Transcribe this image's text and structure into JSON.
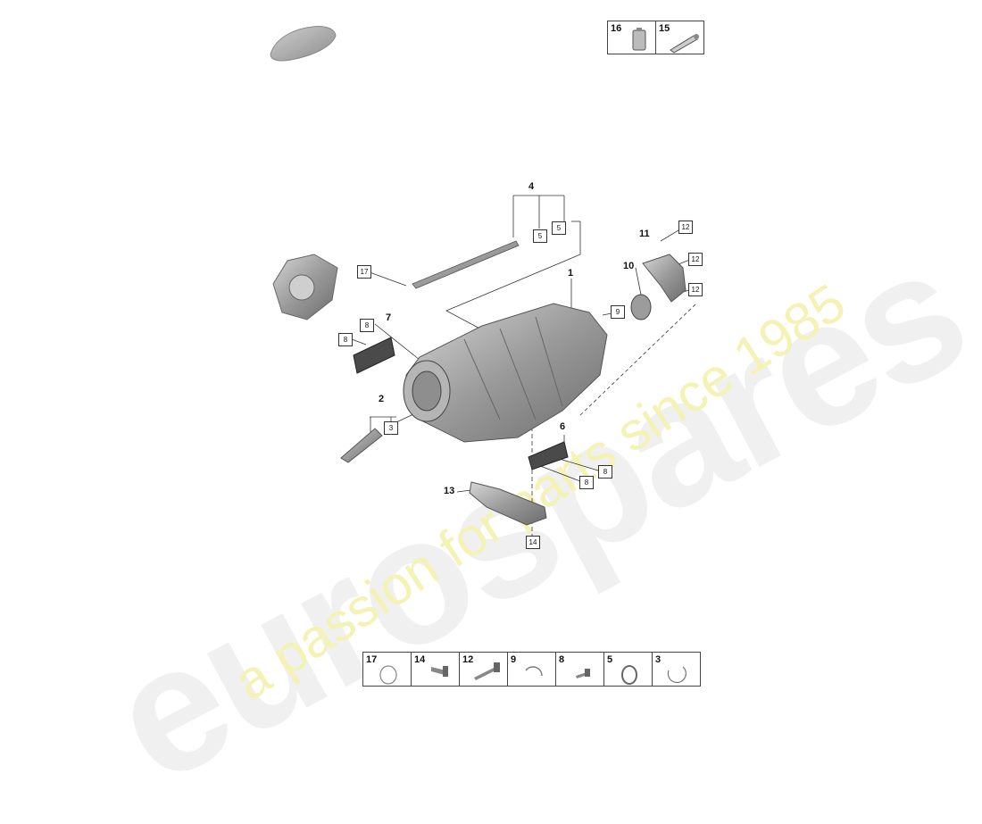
{
  "watermark": {
    "brand": "eurospares",
    "tagline": "a passion for parts since 1985"
  },
  "top_legend": [
    {
      "num": "16",
      "icon": "oil-bottle-icon"
    },
    {
      "num": "15",
      "icon": "grease-tube-icon"
    }
  ],
  "bottom_legend": [
    {
      "num": "17",
      "icon": "o-ring-icon"
    },
    {
      "num": "14",
      "icon": "bolt-icon"
    },
    {
      "num": "12",
      "icon": "long-bolt-icon"
    },
    {
      "num": "9",
      "icon": "circlip-icon"
    },
    {
      "num": "8",
      "icon": "short-bolt-icon"
    },
    {
      "num": "5",
      "icon": "seal-ring-icon"
    },
    {
      "num": "3",
      "icon": "snap-ring-icon"
    }
  ],
  "callouts": {
    "c1": "1",
    "c2": "2",
    "c4": "4",
    "c6": "6",
    "c7": "7",
    "c10": "10",
    "c11": "11",
    "c13": "13"
  },
  "boxes": {
    "b3": "3",
    "b5a": "5",
    "b5b": "5",
    "b8a": "8",
    "b8b": "8",
    "b8c": "8",
    "b8d": "8",
    "b9": "9",
    "b12a": "12",
    "b12b": "12",
    "b12c": "12",
    "b14": "14",
    "b17": "17"
  }
}
